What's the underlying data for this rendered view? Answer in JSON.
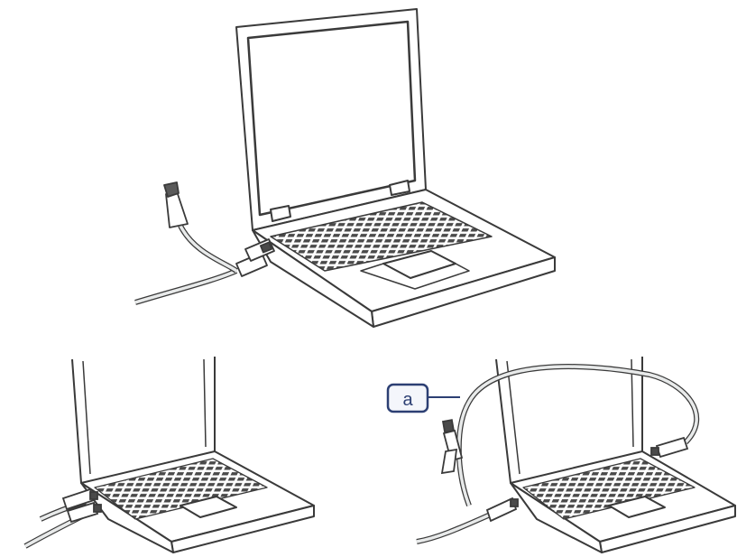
{
  "figure": {
    "panels": [
      {
        "id": "top",
        "description_icon": "laptop-with-y-usb-cable-icon"
      },
      {
        "id": "bottom-left",
        "description_icon": "laptop-cable-plugged-icon"
      },
      {
        "id": "bottom-right",
        "description_icon": "laptop-two-port-cable-icon"
      }
    ],
    "callout": {
      "label": "a"
    },
    "colors": {
      "outline": "#3a3a3a",
      "callout_border": "#2c3f73",
      "callout_fill": "#f4f6fb",
      "cable_fill": "#e8eaea",
      "background": "#ffffff"
    }
  }
}
